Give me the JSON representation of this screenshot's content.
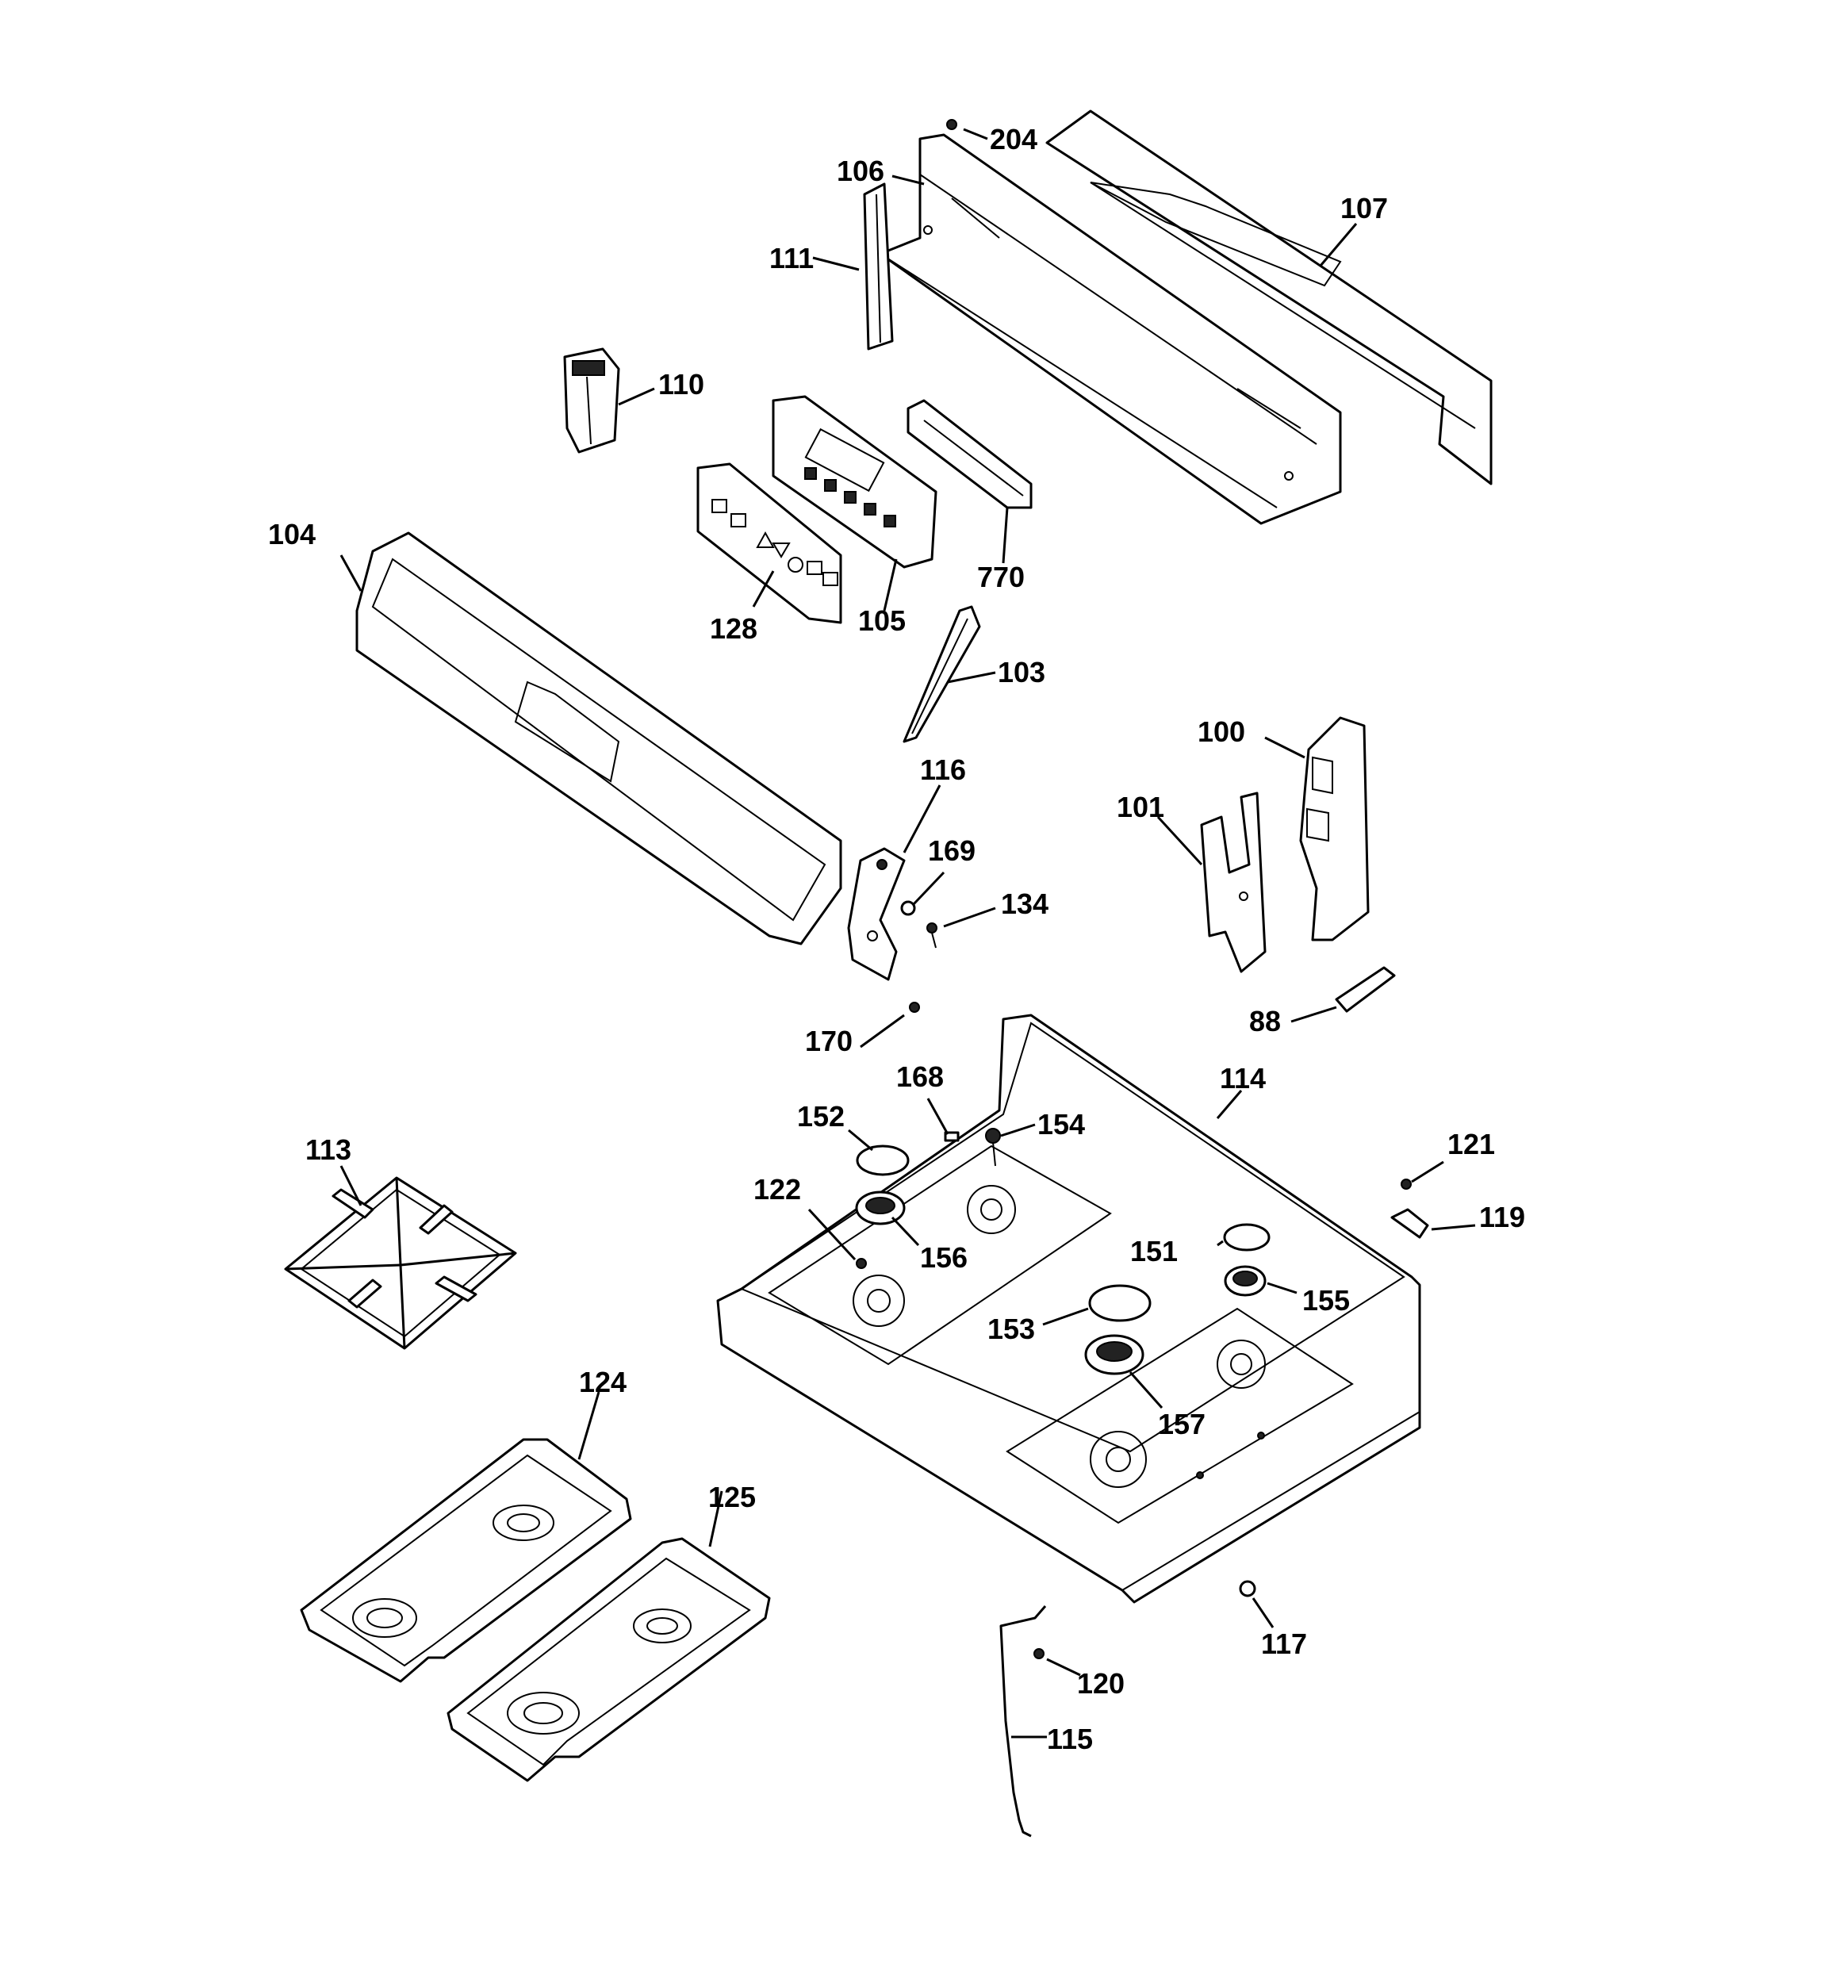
{
  "labels": {
    "p204": "204",
    "p106": "106",
    "p107": "107",
    "p111": "111",
    "p110": "110",
    "p104": "104",
    "p128": "128",
    "p105": "105",
    "p770": "770",
    "p103": "103",
    "p116": "116",
    "p169": "169",
    "p134": "134",
    "p100": "100",
    "p101": "101",
    "p88": "88",
    "p170": "170",
    "p168": "168",
    "p114": "114",
    "p152": "152",
    "p154": "154",
    "p113": "113",
    "p122": "122",
    "p156": "156",
    "p121": "121",
    "p119": "119",
    "p151": "151",
    "p155": "155",
    "p153": "153",
    "p157": "157",
    "p124": "124",
    "p125": "125",
    "p117": "117",
    "p120": "120",
    "p115": "115"
  }
}
